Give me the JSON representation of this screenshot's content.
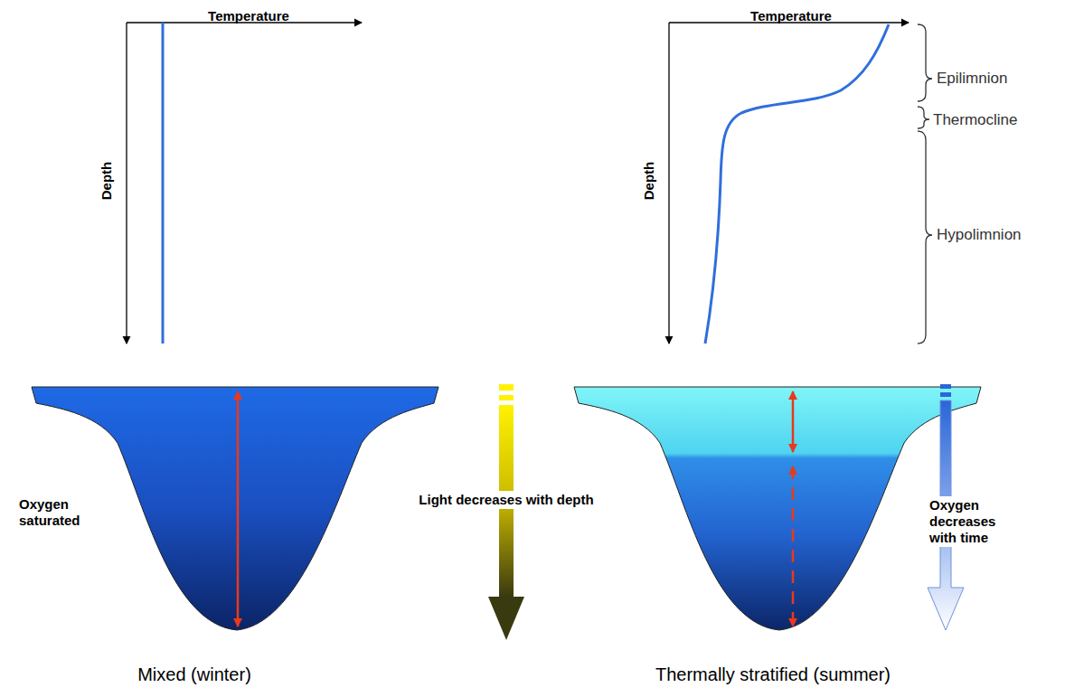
{
  "diagram": {
    "labels": [
      "Temperature",
      "Depth",
      "Temperature",
      "Epilimnion",
      "Thermocline",
      "Depth",
      "Hypolimnion",
      "Oxygen saturated",
      "Light decreases with depth",
      "Oxygen decreases with time",
      "Mixed (winter)",
      "Thermally stratified (summer)"
    ]
  }
}
